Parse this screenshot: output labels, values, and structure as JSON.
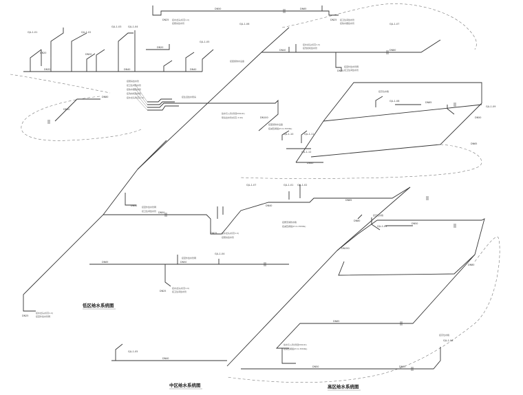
{
  "titles": {
    "low": "低区给水系统图",
    "mid": "中区给水系统图",
    "high": "高区给水系统图"
  },
  "labels": {
    "dn20": "DN20",
    "dn25": "DN25",
    "dn32": "DN32",
    "dn40": "DN40",
    "dn50": "DN50",
    "dn65": "DN65",
    "dn80": "DN80",
    "dn100": "DN100",
    "dn150": "DN150",
    "el1": "GJL-1-01",
    "el2": "GJL-1-02",
    "el3": "GJL-1-03",
    "el4": "GJL-1-04",
    "el5": "GJL-1-05",
    "el6": "GJL-1-06",
    "el7": "GJL-1-07",
    "el8": "GJL-1-08",
    "el9": "GJL-1-09",
    "el10": "GJL-1-10",
    "el11": "GJL-1-11",
    "el12": "GJL-1-12"
  },
  "notes": {
    "n1": "接水龙头(标高1.0)",
    "n2": "接厨房给水管",
    "n3": "接卫生间给水管",
    "n4": "接热水器给水管",
    "n5": "接洗衣机给水管",
    "n6": "接室外给水管网",
    "n7": "给水引入管(管径DN100)",
    "n8": "接生活给水泵房",
    "n9": "接变频供水设备",
    "n10": "接高位水箱",
    "n11": "接屋顶消防水箱",
    "n12": "接减压阀组(P=0.35MPa)",
    "n13": "泵房出水管(标高-3.90)"
  }
}
